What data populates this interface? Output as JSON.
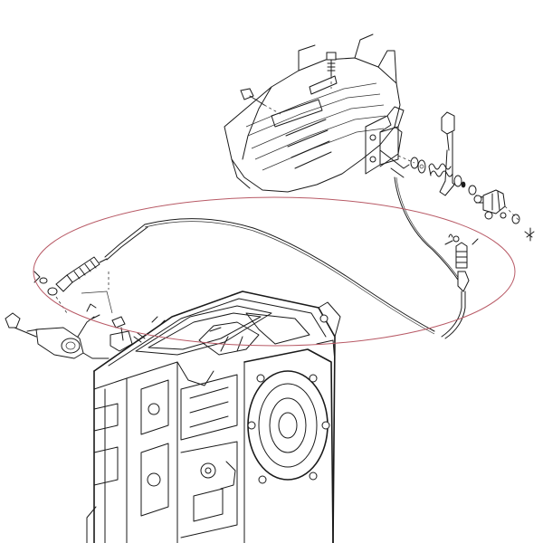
{
  "diagram": {
    "colors": {
      "background": "#ffffff",
      "line": "#1a1a1a",
      "highlight_ellipse": "#b85a66"
    },
    "parts": [
      "fender-panel",
      "hand-throttle-lever",
      "lever-bracket",
      "throttle-cable",
      "cable-end-fitting",
      "transmission-housing",
      "hydraulic-lift-lever",
      "bolt-icon",
      "nut-icon",
      "spring-icon"
    ]
  }
}
